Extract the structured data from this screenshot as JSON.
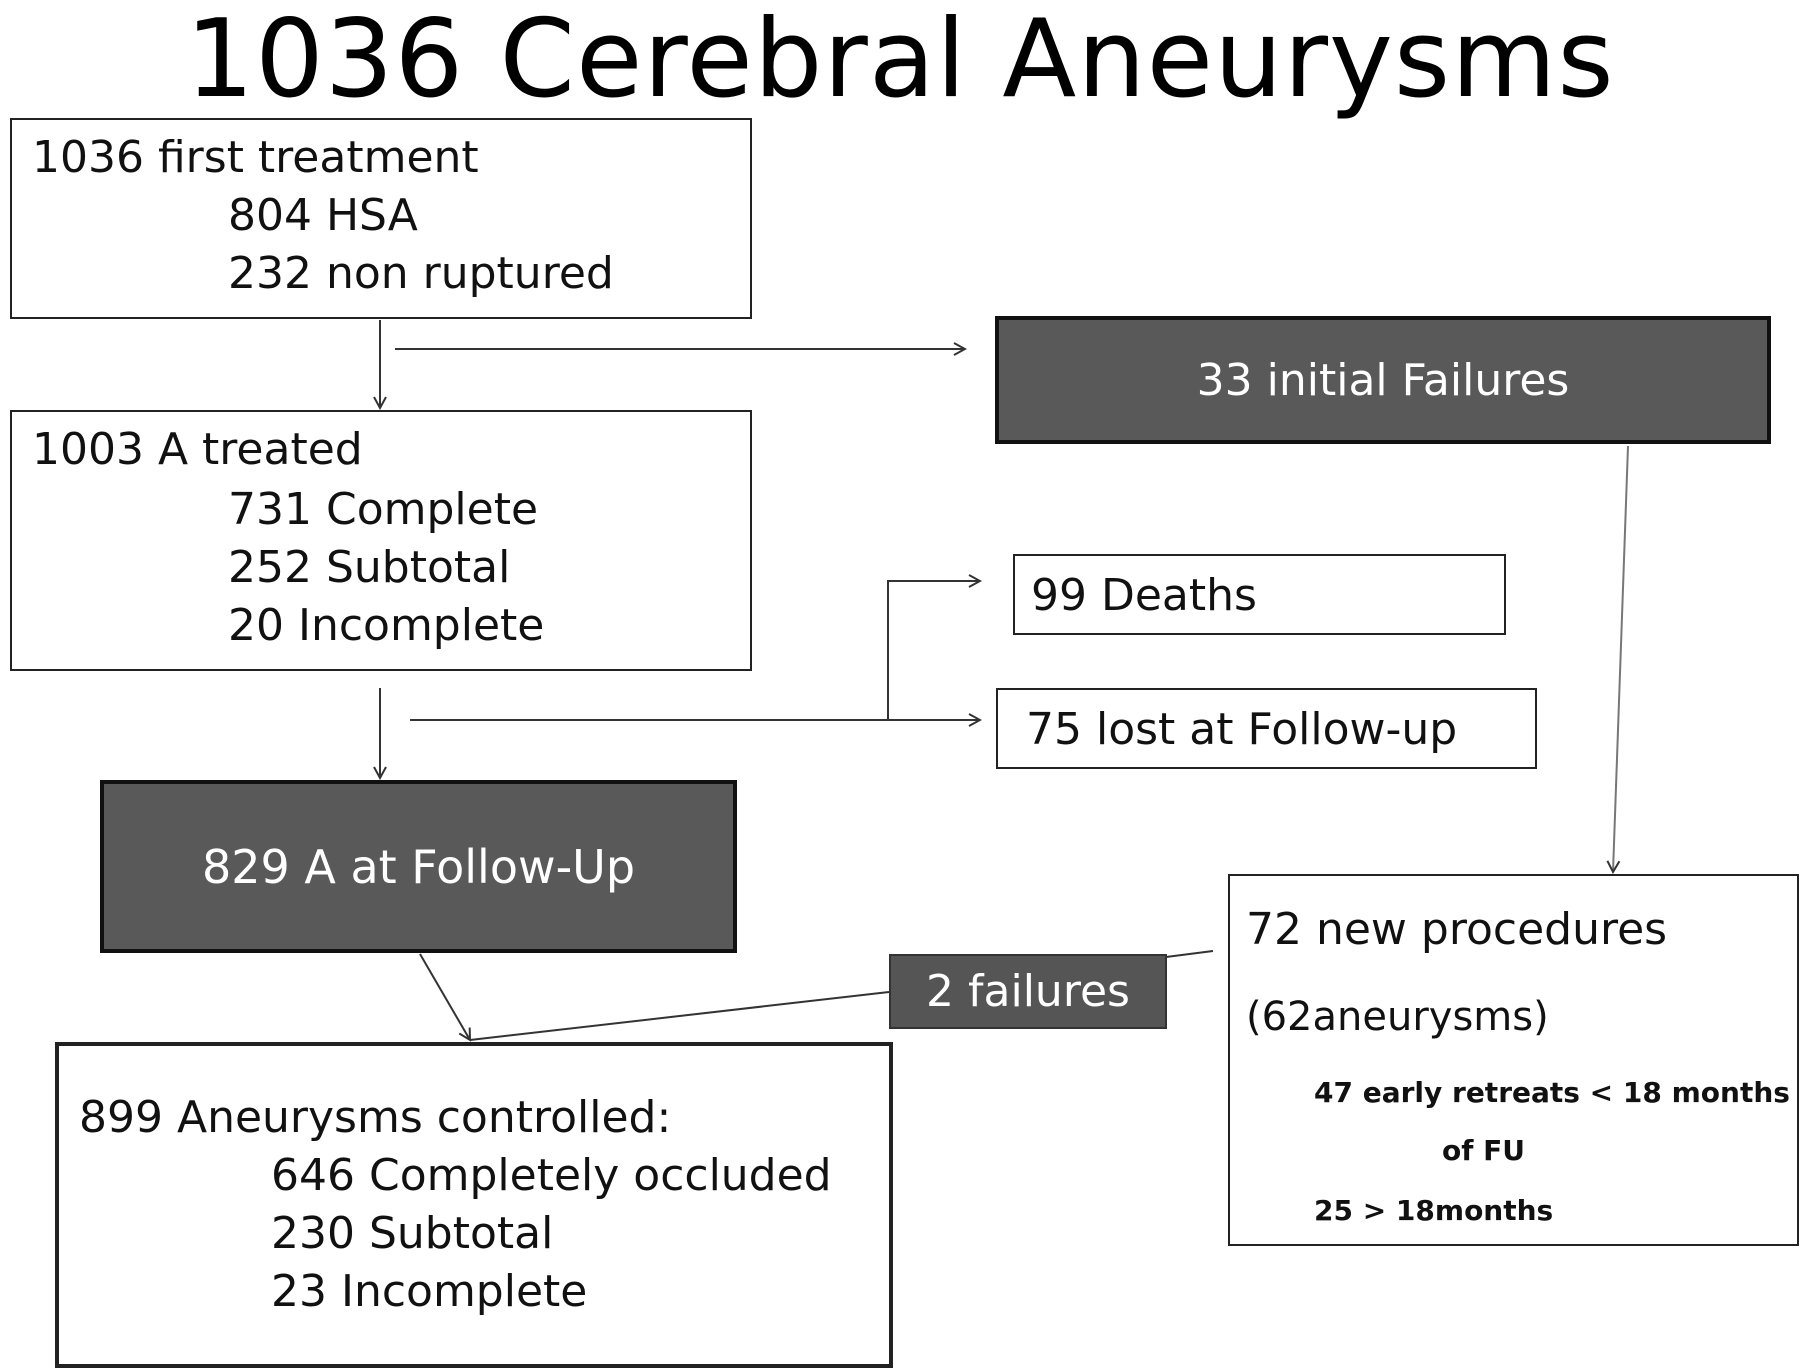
{
  "title": "1036 Cerebral Aneurysms",
  "first_treatment": {
    "heading": "1036 first treatment",
    "lines": [
      "804 HSA",
      "232 non ruptured"
    ]
  },
  "initial_failures": "33 initial Failures",
  "treated": {
    "heading": "1003 A treated",
    "lines": [
      "731 Complete",
      "252 Subtotal",
      "20 Incomplete"
    ]
  },
  "deaths": "99 Deaths",
  "lost": "75 lost at Follow-up",
  "follow_up": "829 A at Follow-Up",
  "new_procedures": {
    "heading": "72 new procedures",
    "sub": "(62aneurysms)",
    "detail_1": "47 early retreats < 18 months",
    "detail_2": "of FU",
    "detail_3": "25 > 18months"
  },
  "failures_tag": "2 failures",
  "controlled": {
    "heading": "899 Aneurysms  controlled:",
    "lines": [
      "646 Completely occluded",
      "230 Subtotal",
      "23 Incomplete"
    ]
  },
  "colors": {
    "dark_box": "#595959",
    "line": "#333333",
    "background": "#ffffff"
  }
}
